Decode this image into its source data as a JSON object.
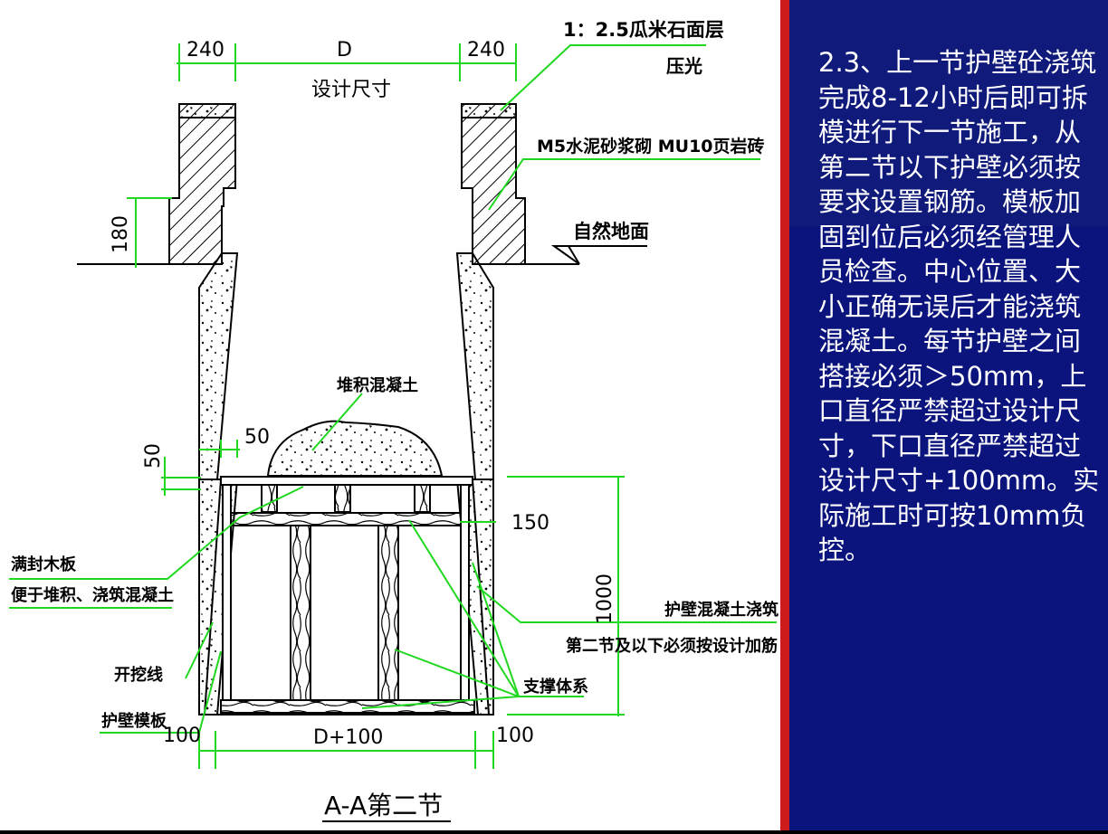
{
  "diagram": {
    "dims": {
      "top_left_wall": "240",
      "top_span": "D",
      "top_right_wall": "240",
      "design_size": "设计尺寸",
      "height_180": "180",
      "overlap_50_vertical": "50",
      "overlap_50_horizontal": "50",
      "slope_150": "150",
      "height_1000": "1000",
      "bottom_left_100": "100",
      "bottom_span": "D+100",
      "bottom_right_100": "100"
    },
    "labels": {
      "surface_layer_line1": "1：2.5瓜米石面层",
      "surface_layer_line2": "压光",
      "masonry": "M5水泥砂浆砌 MU10页岩砖",
      "natural_ground": "自然地面",
      "piled_concrete": "堆积混凝土",
      "sealing_board_line1": "满封木板",
      "sealing_board_line2": "便于堆积、浇筑混凝土",
      "wall_concrete_line1": "护壁混凝土浇筑",
      "wall_concrete_line2": "第二节及以下必须按设计加筋",
      "excavation_line": "开挖线",
      "formwork": "护壁模板",
      "support_system": "支撑体系",
      "section_title": "A-A第二节"
    },
    "colors": {
      "annotation_green": "#1fd81f",
      "line_black": "#000000"
    }
  },
  "note": {
    "text": "2.3、上一节护壁砼浇筑完成8-12小时后即可拆模进行下一节施工，从第二节以下护壁必须按要求设置钢筋。模板加固到位后必须经管理人员检查。中心位置、大小正确无误后才能浇筑混凝土。每节护壁之间搭接必须＞50mm，上口直径严禁超过设计尺寸，下口直径严禁超过设计尺寸+100mm。实际施工时可按10mm负控。",
    "background": "#0f1a7a",
    "divider_color": "#cc1b1b"
  }
}
